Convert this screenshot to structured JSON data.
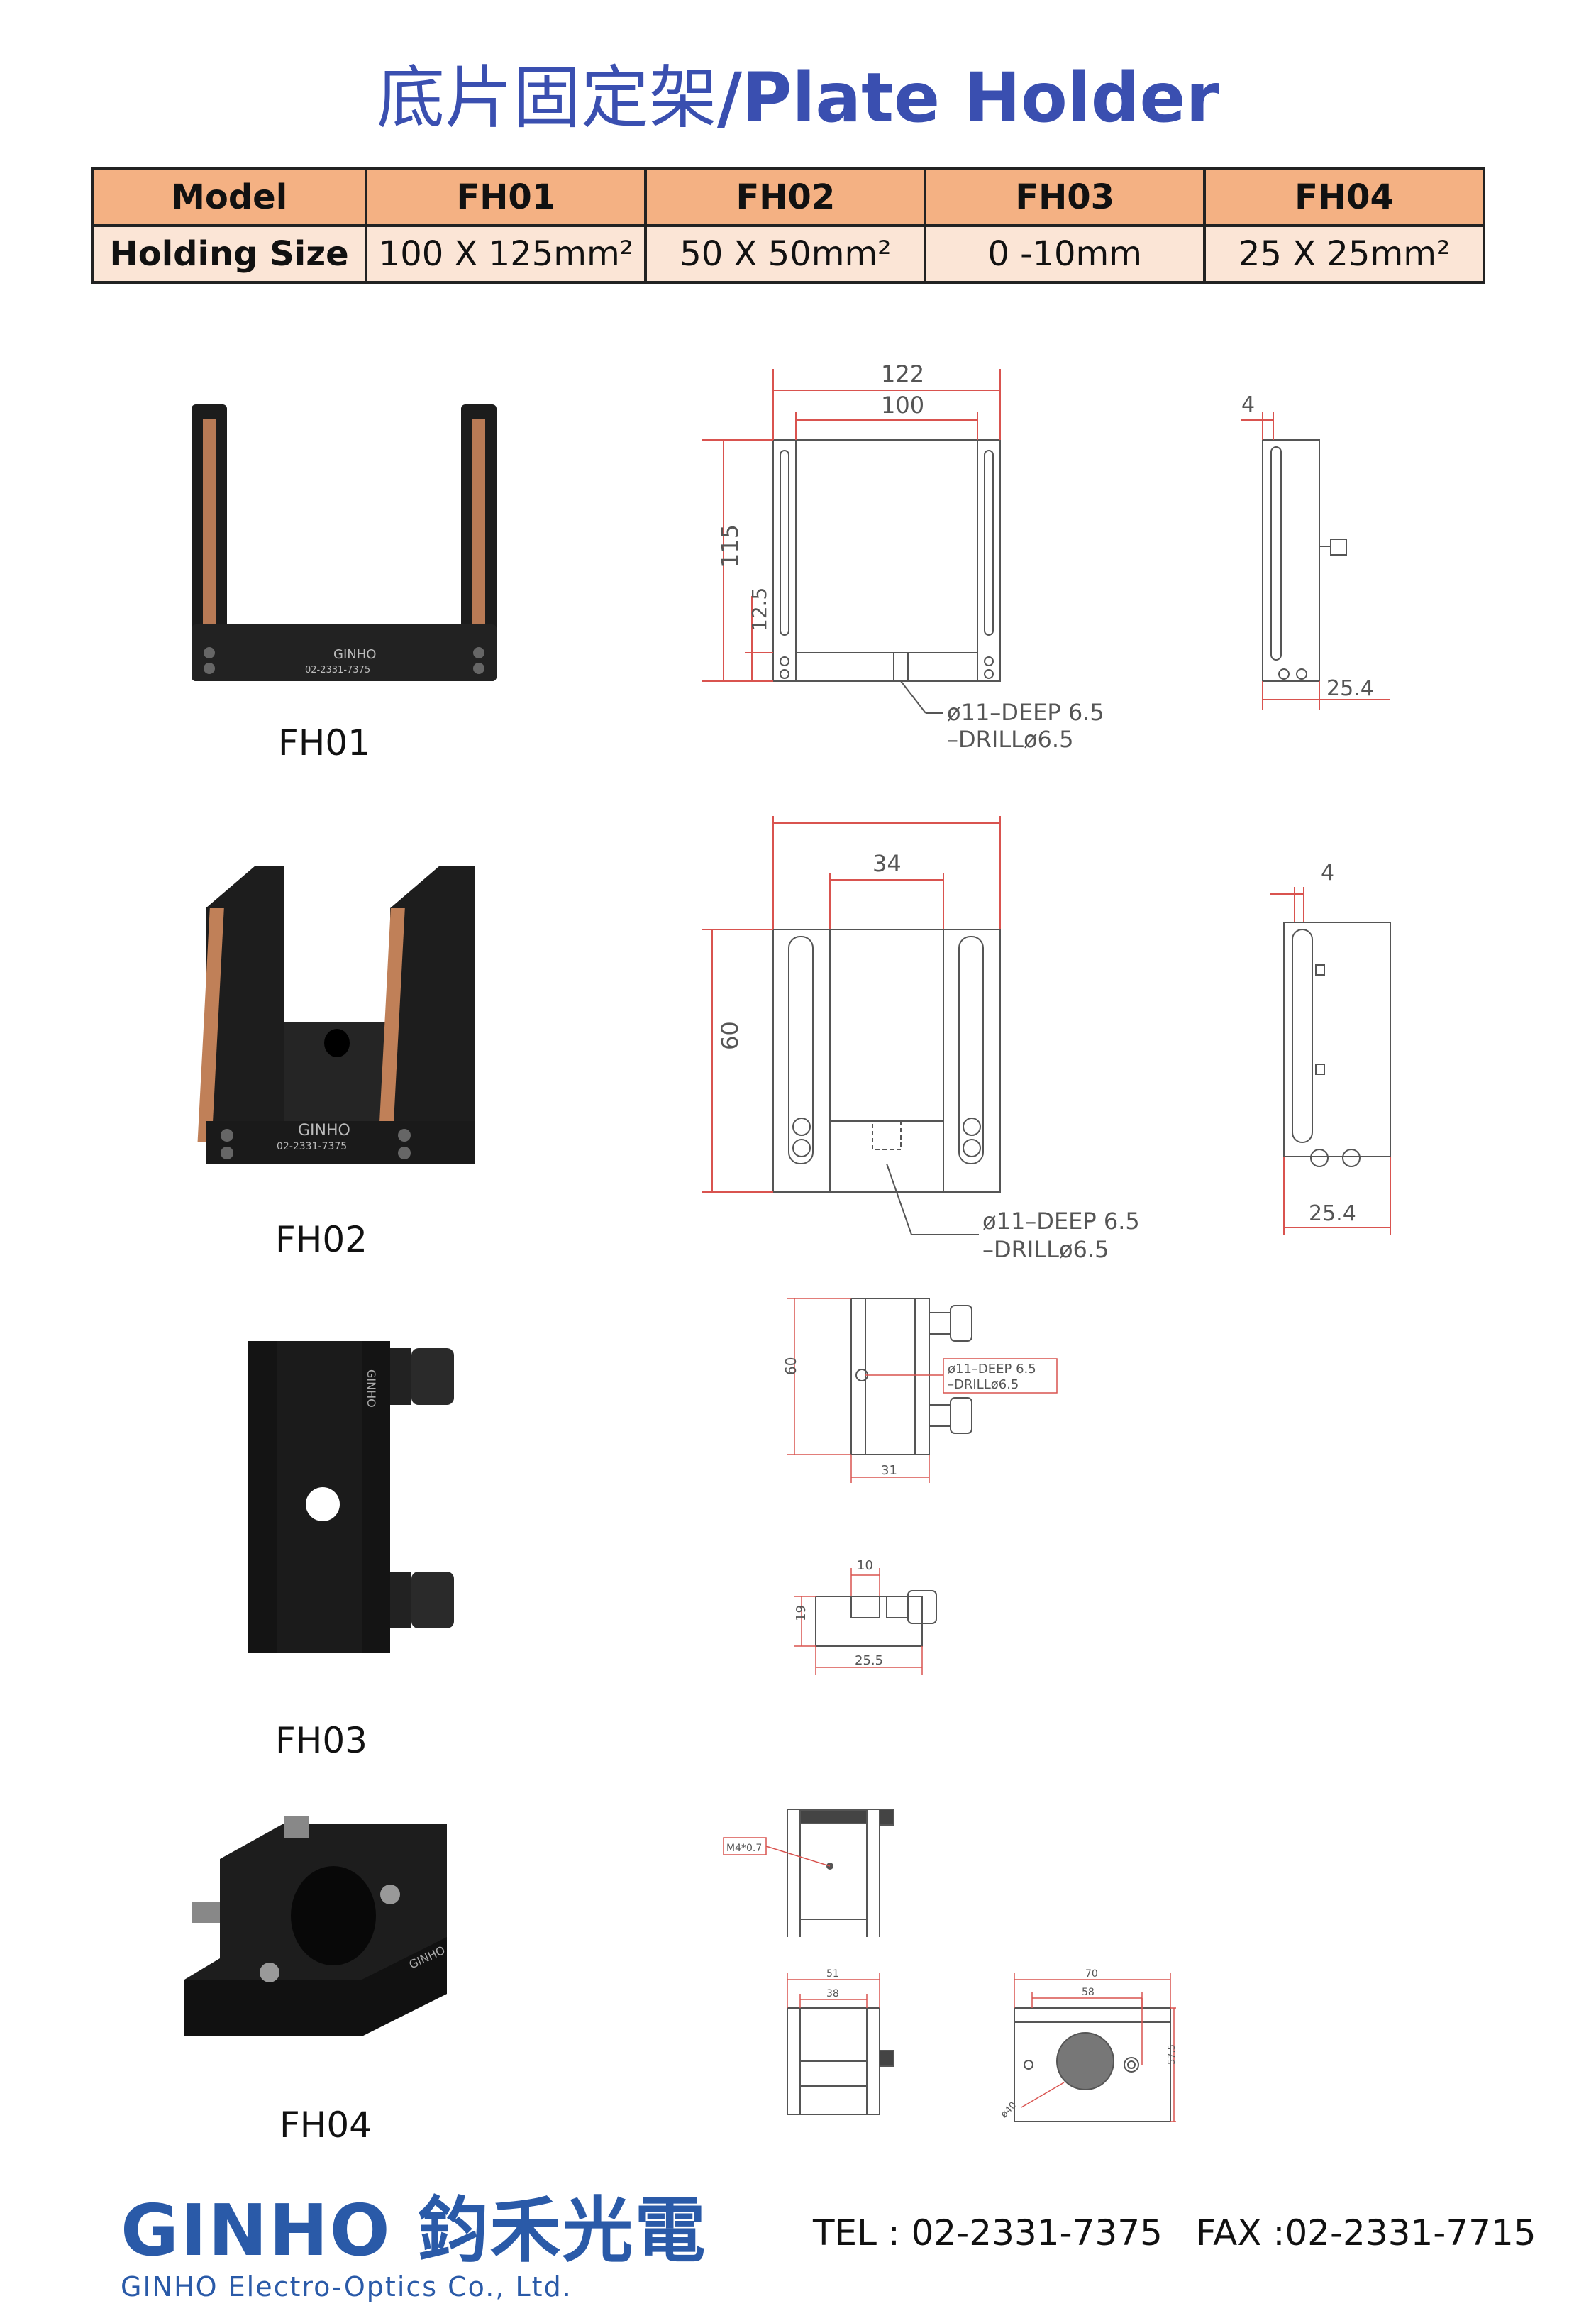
{
  "title": {
    "cn": "底片固定架",
    "en": "/Plate Holder"
  },
  "spec_table": {
    "header": [
      "Model",
      "FH01",
      "FH02",
      "FH03",
      "FH04"
    ],
    "row": [
      "Holding Size",
      "100 X 125mm²",
      "50 X 50mm²",
      "0 -10mm",
      "25 X 25mm²"
    ]
  },
  "products": {
    "fh01": {
      "label": "FH01",
      "brand": "GINHO",
      "phone": "02-2331-7375",
      "dims": {
        "overall_width": "122",
        "inner_width": "100",
        "height": "115",
        "base": "12.5",
        "depth": "25.4",
        "side_thickness": "4",
        "note1": "ø11–DEEP 6.5",
        "note2": "–DRILLø6.5"
      }
    },
    "fh02": {
      "label": "FH02",
      "brand": "GINHO",
      "phone": "02-2331-7375",
      "dims": {
        "inner_width": "34",
        "height": "60",
        "depth": "25.4",
        "side_thickness": "4",
        "note1": "ø11–DEEP 6.5",
        "note2": "–DRILLø6.5"
      }
    },
    "fh03": {
      "label": "FH03",
      "brand": "GINHO",
      "dims": {
        "height": "60",
        "width": "31",
        "note1": "ø11–DEEP 6.5",
        "note2": "–DRILLø6.5",
        "slot": "10",
        "side_height": "19",
        "depth": "25.5"
      }
    },
    "fh04": {
      "label": "FH04",
      "brand": "GINHO",
      "dims": {
        "thread": "M4*0.7",
        "outer_w": "51",
        "inner_w": "38",
        "base_w": "70",
        "base_inner": "58",
        "base_h": "57.5",
        "bore": "ø40"
      }
    }
  },
  "footer": {
    "logo_en": "GINHO",
    "logo_cn": "鈞禾光電",
    "company": "GINHO Electro-Optics Co., Ltd.",
    "tel": "TEL : 02-2331-7375",
    "fax": "FAX :02-2331-7715"
  },
  "colors": {
    "title": "#3a4fb0",
    "table_head": "#f4b183",
    "table_body": "#fbe5d6",
    "logo": "#2a5aa8",
    "dim_red": "#d9534f"
  }
}
